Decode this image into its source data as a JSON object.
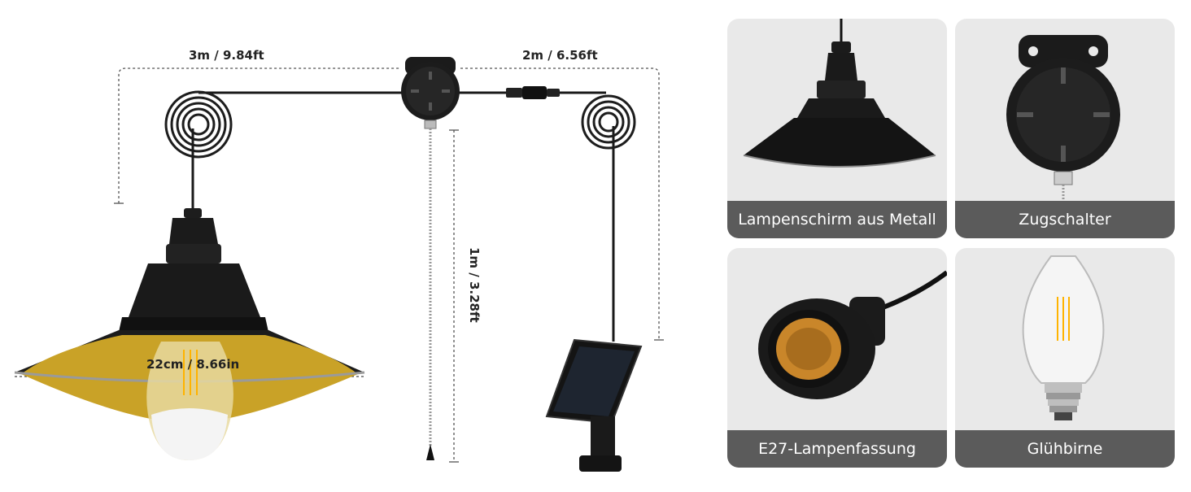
{
  "dimensions": {
    "cable_left": "3m / 9.84ft",
    "cable_right": "2m / 6.56ft",
    "pull_chain": "1m / 3.28ft",
    "shade_diameter": "22cm / 8.66in"
  },
  "features": [
    {
      "label": "Lampenschirm aus Metall",
      "icon": "metal-shade"
    },
    {
      "label": "Zugschalter",
      "icon": "pull-switch"
    },
    {
      "label": "E27-Lampenfassung",
      "icon": "e27-socket"
    },
    {
      "label": "Glühbirne",
      "icon": "bulb"
    }
  ],
  "colors": {
    "shade_inner": "#c9a227",
    "card_bg": "#e9e9e9",
    "label_bg": "#5b5b5b"
  }
}
